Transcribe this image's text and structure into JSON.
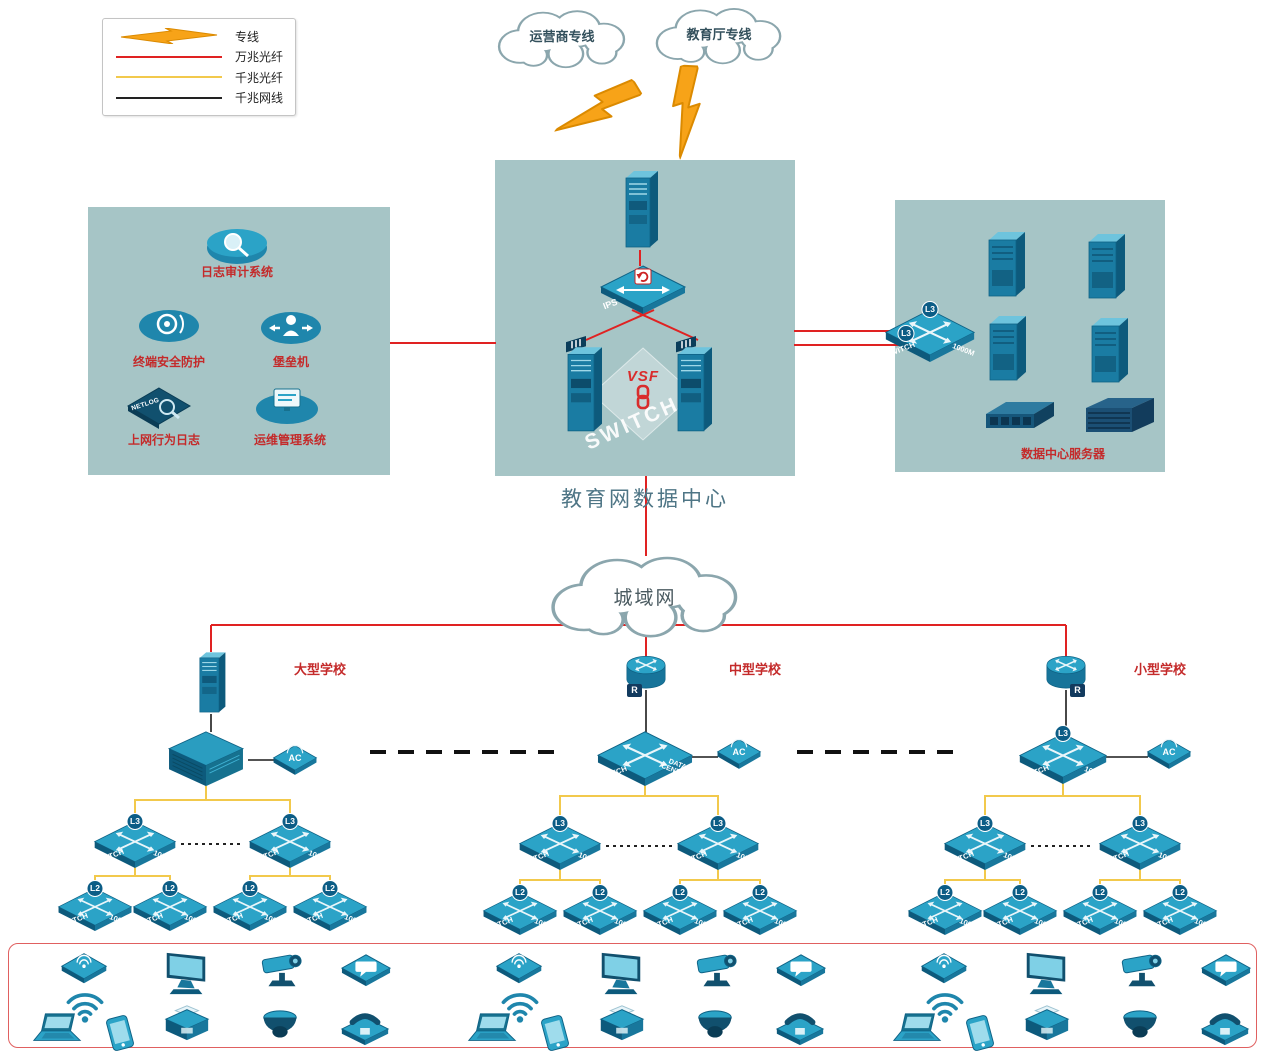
{
  "colors": {
    "zone_bg": "#a6c5c6",
    "device_primary": "#1b7fa3",
    "line_dedicated": "#f7a318",
    "line_10g_fiber": "#e02222",
    "line_1g_fiber": "#f2c94c",
    "line_1g_cable": "#1a1a1a",
    "label_red": "#c42a2a"
  },
  "legend": {
    "items": [
      {
        "label": "专线",
        "type": "lightning"
      },
      {
        "label": "万兆光纤",
        "type": "red-line"
      },
      {
        "label": "千兆光纤",
        "type": "yellow-line"
      },
      {
        "label": "千兆网线",
        "type": "black-line"
      }
    ]
  },
  "clouds": {
    "carrier": "运营商专线",
    "education": "教育厅专线",
    "man": "城域网"
  },
  "datacenter": {
    "title": "教育网数据中心",
    "ips_label": "IPS",
    "vsf_label": "VSF",
    "switch_watermark": "SWITCH"
  },
  "security_zone": {
    "log_audit": "日志审计系统",
    "terminal_security": "终端安全防护",
    "bastion": "堡垒机",
    "netlog_badge": "NETLOG",
    "net_behavior_log": "上网行为日志",
    "ops_management": "运维管理系统"
  },
  "server_zone": {
    "title": "数据中心服务器"
  },
  "sw": {
    "name": "SWITCH",
    "speed": "1000M",
    "l3": "L3",
    "l2": "L2",
    "ac": "AC",
    "router_badge": "R",
    "core_left": "SWITCH",
    "core_right": "DATA CENTER"
  },
  "schools": [
    {
      "name": "大型学校"
    },
    {
      "name": "中型学校"
    },
    {
      "name": "小型学校"
    }
  ]
}
